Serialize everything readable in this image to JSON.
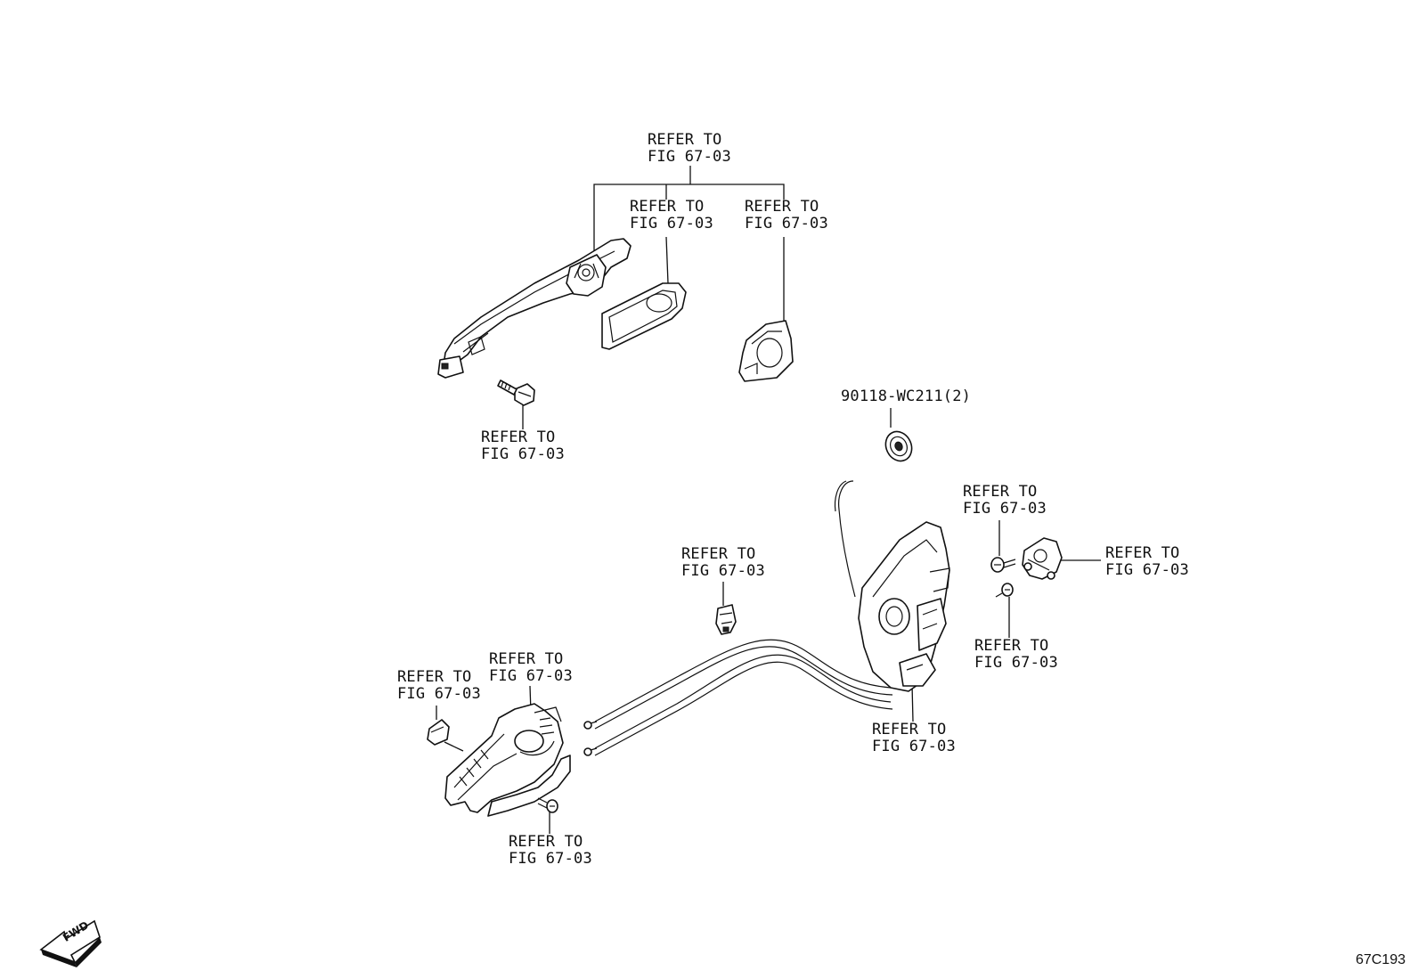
{
  "labels": {
    "handle_group": [
      "REFER TO",
      "FIG 67-03"
    ],
    "frame": [
      "REFER TO",
      "FIG 67-03"
    ],
    "pad": [
      "REFER TO",
      "FIG 67-03"
    ],
    "handle_bolt": [
      "REFER TO",
      "FIG 67-03"
    ],
    "grommet_part_number": "90118-WC211(2)",
    "striker_screw": [
      "REFER TO",
      "FIG 67-03"
    ],
    "striker": [
      "REFER TO",
      "FIG 67-03"
    ],
    "striker_bolt": [
      "REFER TO",
      "FIG 67-03"
    ],
    "cable_clip": [
      "REFER TO",
      "FIG 67-03"
    ],
    "inside_handle": [
      "REFER TO",
      "FIG 67-03"
    ],
    "inside_handle_clip": [
      "REFER TO",
      "FIG 67-03"
    ],
    "lock_actuator": [
      "REFER TO",
      "FIG 67-03"
    ],
    "inside_handle_screw": [
      "REFER TO",
      "FIG 67-03"
    ]
  },
  "direction_arrow": {
    "text": "FWD",
    "icon": "forward-arrow-icon"
  },
  "figure_code": "67C193"
}
